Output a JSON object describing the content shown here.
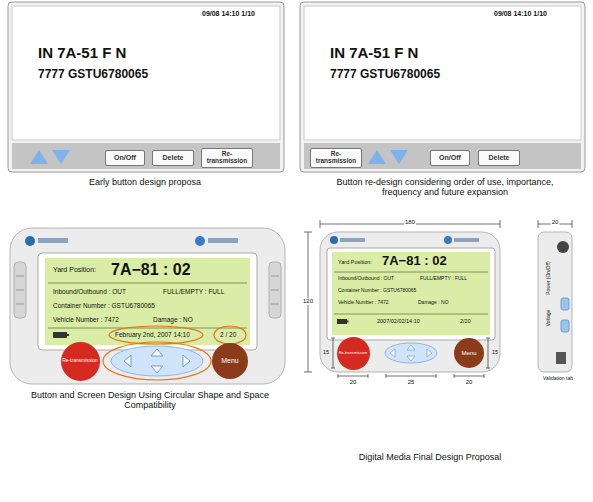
{
  "diagram": {
    "nodes": [
      {
        "text": [
          "09/08 14:10 1/10",
          "IN 7A-51 F N",
          "7777 GSTU6780065"
        ]
      },
      {
        "text": [
          "On/Off"
        ]
      },
      {
        "text": [
          "Delete"
        ]
      },
      {
        "text": [
          "Re-transmission"
        ]
      },
      {
        "text": [
          "09/08 14:10 1/10",
          "IN 7A-51 F N",
          "7777 GSTU6780065"
        ]
      },
      {
        "text": [
          "Re-transmission"
        ]
      },
      {
        "text": [
          "On/Off"
        ]
      },
      {
        "text": [
          "Delete"
        ]
      },
      {
        "text": [
          "Yard Position:",
          "7A−81 : 02",
          "Inbound/Outbound : OUT",
          "FULL/EMPTY : FULL",
          "Container Number : GSTU6780065",
          "Vehicle Number : 7472",
          "Damage : NO",
          "February 2nd, 2007 14:10",
          "2 / 20"
        ]
      },
      {
        "text": [
          "Re-transmission"
        ]
      },
      {
        "text": [
          "Menu"
        ]
      },
      {
        "text": [
          "Yard Position:",
          "7A−81 : 02",
          "Inbound/Outbound : OUT",
          "FULL/EMPTY : FULL",
          "Container Number : GSTU6780065",
          "Vehicle Number : 7472",
          "Damage : NO",
          "2007/02/02/14:10",
          "2/20"
        ]
      },
      {
        "text": [
          "Re-transmission"
        ]
      },
      {
        "text": [
          "Menu"
        ]
      }
    ],
    "labels": [
      "Early button design proposa",
      "Button re-design considering order of use, importance, frequency and future expansion",
      "Button and Screen Design Using Circular Shape and Space Compatibility",
      "Digital Media Final Design Proposal",
      "180",
      "20",
      "120",
      "15",
      "15",
      "20",
      "25",
      "20",
      "Power (On/Off)",
      "Voltage",
      "Validation tab"
    ]
  }
}
